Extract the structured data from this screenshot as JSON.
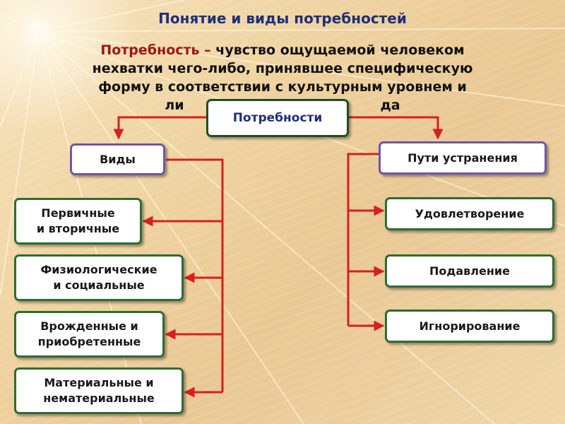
{
  "title": "Понятие и виды потребностей",
  "definition": {
    "term": "Потребность –",
    "text_line1": " чувство ощущаемой человеком",
    "text_line2": "нехватки чего-либо, принявшее специфическую",
    "text_line3": "форму в соответствии с культурным уровнем и",
    "text_line4": "ли                                          да"
  },
  "central": {
    "label": "Потребности"
  },
  "left_branch": {
    "header": "Виды",
    "items": [
      "Первичные\nи вторичные",
      "Физиологические\nи социальные",
      "Врожденные и\nприобретенные",
      "Материальные и\nнематериальные"
    ]
  },
  "right_branch": {
    "header": "Пути устранения",
    "items": [
      "Удовлетворение",
      "Подавление",
      "Игнорирование"
    ]
  },
  "colors": {
    "connector": "#d42020",
    "title": "#1f2f7a",
    "term": "#a01515",
    "central_border": "#1e4d26",
    "header_border": "#6f56a8",
    "item_border": "#2e6b34"
  }
}
